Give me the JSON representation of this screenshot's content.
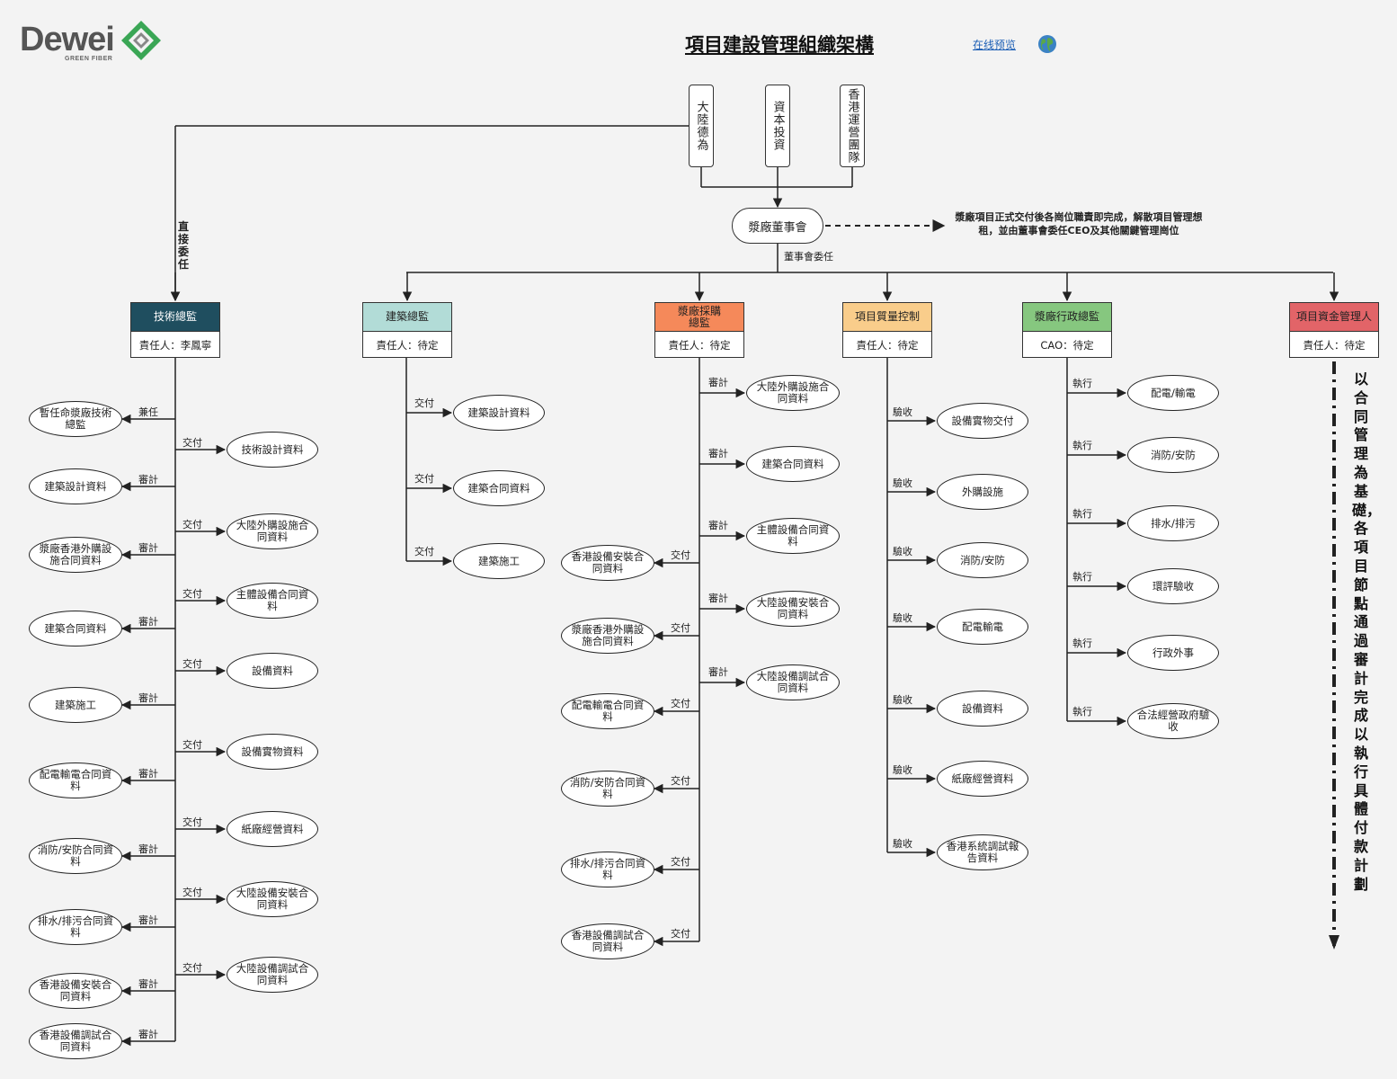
{
  "header": {
    "logo_text": "Dewei",
    "logo_sub": "GREEN FIBER",
    "title": "項目建設管理組織架構",
    "preview_link": "在线预览",
    "globe_icon": "globe-icon"
  },
  "top": {
    "sources": [
      "大陸德為",
      "資本投資",
      "香港運營團隊"
    ],
    "board": "漿廠董事會",
    "note": "漿廠項目正式交付後各崗位職責即完成，解散項目管理想租，並由董事會委任CEO及其他關鍵管理崗位",
    "board_appoint": "董事會委任",
    "direct_appoint": "直接委任"
  },
  "roles": [
    {
      "title": "技術總監",
      "owner": "責任人：李鳳寧",
      "color": "#1f4e5f",
      "text_color": "#ffffff"
    },
    {
      "title": "建築總監",
      "owner": "責任人：待定",
      "color": "#b2dcd7",
      "text_color": "#222222"
    },
    {
      "title": "漿廠採購總監",
      "owner": "責任人：待定",
      "color": "#f5895a",
      "text_color": "#222222"
    },
    {
      "title": "項目質量控制",
      "owner": "責任人：待定",
      "color": "#f9cd8b",
      "text_color": "#222222"
    },
    {
      "title": "漿廠行政總監",
      "owner": "CAO：待定",
      "color": "#86c77f",
      "text_color": "#222222"
    },
    {
      "title": "項目資金管理人",
      "owner": "責任人：待定",
      "color": "#e26468",
      "text_color": "#222222"
    }
  ],
  "col1": {
    "left": [
      {
        "label": "暫任命漿廠技術總監",
        "edge": "兼任"
      },
      {
        "label": "建築設計資料",
        "edge": "審計"
      },
      {
        "label": "漿廠香港外購設施合同資料",
        "edge": "審計"
      },
      {
        "label": "建築合同資料",
        "edge": "審計"
      },
      {
        "label": "建築施工",
        "edge": "審計"
      },
      {
        "label": "配電輸電合同資料",
        "edge": "審計"
      },
      {
        "label": "消防/安防合同資料",
        "edge": "審計"
      },
      {
        "label": "排水/排污合同資料",
        "edge": "審計"
      },
      {
        "label": "香港設備安裝合同資料",
        "edge": "審計"
      },
      {
        "label": "香港設備調試合同資料",
        "edge": "審計"
      }
    ],
    "right": [
      {
        "label": "技術設計資料",
        "edge": "交付"
      },
      {
        "label": "大陸外購設施合同資料",
        "edge": "交付"
      },
      {
        "label": "主體設備合同資料",
        "edge": "交付"
      },
      {
        "label": "設備資料",
        "edge": "交付"
      },
      {
        "label": "設備實物資料",
        "edge": "交付"
      },
      {
        "label": "紙廠經營資料",
        "edge": "交付"
      },
      {
        "label": "大陸設備安裝合同資料",
        "edge": "交付"
      },
      {
        "label": "大陸設備調試合同資料",
        "edge": "交付"
      }
    ]
  },
  "col2": [
    {
      "label": "建築設計資料",
      "edge": "交付"
    },
    {
      "label": "建築合同資料",
      "edge": "交付"
    },
    {
      "label": "建築施工",
      "edge": "交付"
    }
  ],
  "col3": {
    "right": [
      {
        "label": "大陸外購設施合同資料",
        "edge": "審計"
      },
      {
        "label": "建築合同資料",
        "edge": "審計"
      },
      {
        "label": "主體設備合同資料",
        "edge": "審計"
      },
      {
        "label": "大陸設備安裝合同資料",
        "edge": "審計"
      },
      {
        "label": "大陸設備調試合同資料",
        "edge": "審計"
      }
    ],
    "left": [
      {
        "label": "香港設備安裝合同資料",
        "edge": "交付"
      },
      {
        "label": "漿廠香港外購設施合同資料",
        "edge": "交付"
      },
      {
        "label": "配電輸電合同資料",
        "edge": "交付"
      },
      {
        "label": "消防/安防合同資料",
        "edge": "交付"
      },
      {
        "label": "排水/排污合同資料",
        "edge": "交付"
      },
      {
        "label": "香港設備調試合同資料",
        "edge": "交付"
      }
    ]
  },
  "col4": [
    {
      "label": "設備實物交付",
      "edge": "驗收"
    },
    {
      "label": "外購設施",
      "edge": "驗收"
    },
    {
      "label": "消防/安防",
      "edge": "驗收"
    },
    {
      "label": "配電輸電",
      "edge": "驗收"
    },
    {
      "label": "設備資料",
      "edge": "驗收"
    },
    {
      "label": "紙廠經營資料",
      "edge": "驗收"
    },
    {
      "label": "香港系統調試報告資料",
      "edge": "驗收"
    }
  ],
  "col5": [
    {
      "label": "配電/輸電",
      "edge": "執行"
    },
    {
      "label": "消防/安防",
      "edge": "執行"
    },
    {
      "label": "排水/排污",
      "edge": "執行"
    },
    {
      "label": "環評驗收",
      "edge": "執行"
    },
    {
      "label": "行政外事",
      "edge": "執行"
    },
    {
      "label": "合法經營政府驗收",
      "edge": "執行"
    }
  ],
  "footnote": "以合同管理為基礎，各項目節點通過審計完成以執行具體付款計劃"
}
